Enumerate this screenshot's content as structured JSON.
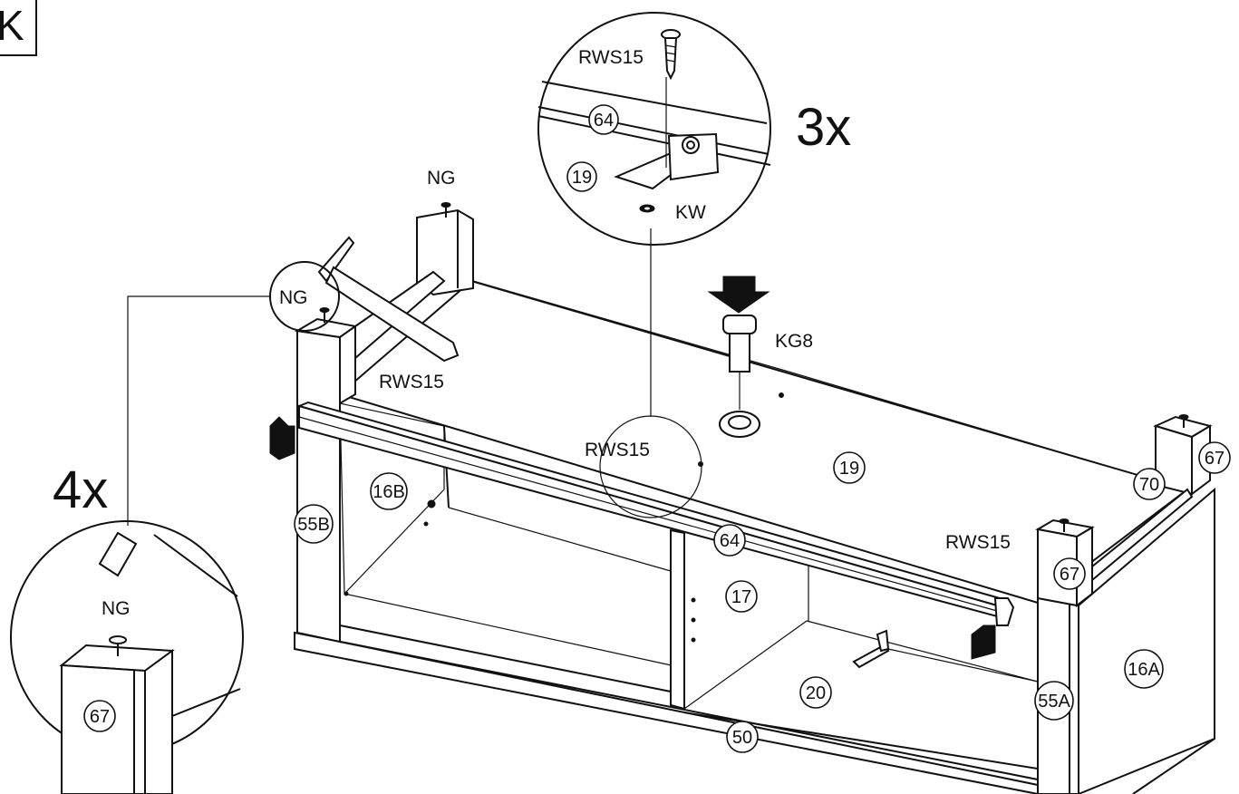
{
  "step": {
    "label": "K"
  },
  "multipliers": {
    "detail_top": "3x",
    "detail_left": "4x"
  },
  "hardware": {
    "rws15": "RWS15",
    "kw": "KW",
    "kg8": "KG8",
    "ng": "NG"
  },
  "parts": {
    "p16a": "16A",
    "p16b": "16B",
    "p17": "17",
    "p19": "19",
    "p20": "20",
    "p50": "50",
    "p55a": "55A",
    "p55b": "55B",
    "p64": "64",
    "p67": "67",
    "p70": "70"
  }
}
